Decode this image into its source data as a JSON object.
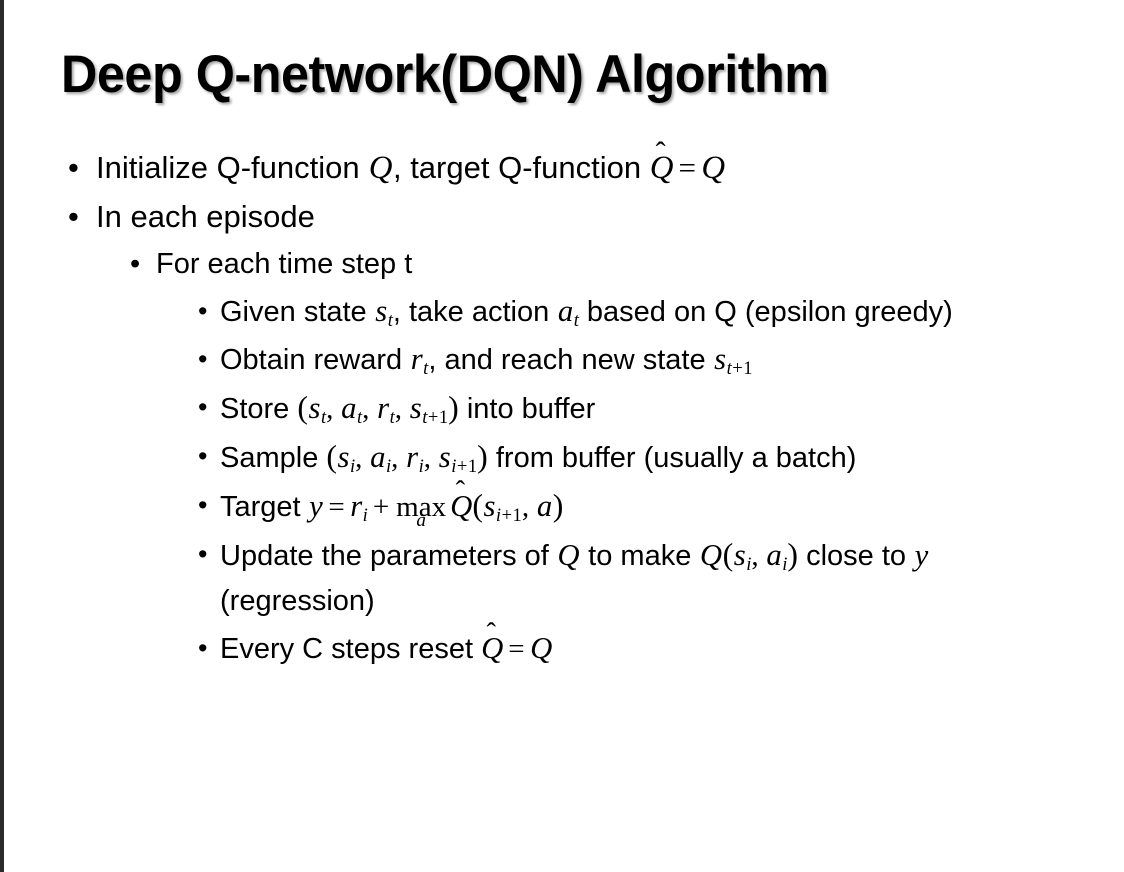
{
  "slide": {
    "title": "Deep Q-network(DQN) Algorithm",
    "background_color": "#ffffff",
    "text_color": "#000000",
    "border_color": "#2b2b2b",
    "bullet_glyph": "•"
  },
  "bullets": {
    "b1": {
      "level": 1,
      "plain": "Initialize Q-function Q, target Q-function Q̂ = Q",
      "seg": {
        "t1": "Initialize Q-function ",
        "m1": "Q",
        "t2": ", target Q-function ",
        "m2": "Q̂",
        "op": "=",
        "m3": "Q"
      }
    },
    "b2": {
      "level": 1,
      "plain": "In each episode",
      "seg": {
        "t1": "In each episode"
      }
    },
    "b3": {
      "level": 2,
      "plain": "For each time step t",
      "seg": {
        "t1": "For each time step t"
      }
    },
    "b4": {
      "level": 3,
      "plain": "Given state sₜ, take action aₜ based on Q (epsilon greedy)",
      "seg": {
        "t1": "Given state ",
        "m1": "s",
        "m1sub": "t",
        "t2": ", take action ",
        "m2": "a",
        "m2sub": "t",
        "t3": " based on Q (epsilon greedy)"
      }
    },
    "b5": {
      "level": 3,
      "plain": "Obtain reward rₜ, and reach new state sₜ₊₁",
      "seg": {
        "t1": "Obtain reward ",
        "m1": "r",
        "m1sub": "t",
        "t2": ", and reach new state ",
        "m2": "s",
        "m2sub_i": "t",
        "m2sub_op": "+",
        "m2sub_n": "1"
      }
    },
    "b6": {
      "level": 3,
      "plain": "Store (sₜ, aₜ, rₜ, sₜ₊₁) into buffer",
      "seg": {
        "t1": "Store ",
        "paren_open": "(",
        "m1": "s",
        "m1sub": "t",
        "c1": ", ",
        "m2": "a",
        "m2sub": "t",
        "c2": ", ",
        "m3": "r",
        "m3sub": "t",
        "c3": ", ",
        "m4": "s",
        "m4sub_i": "t",
        "m4sub_op": "+",
        "m4sub_n": "1",
        "paren_close": ")",
        "t2": " into buffer"
      }
    },
    "b7": {
      "level": 3,
      "plain": "Sample (sᵢ, aᵢ, rᵢ, sᵢ₊₁) from buffer (usually a batch)",
      "seg": {
        "t1": "Sample ",
        "paren_open": "(",
        "m1": "s",
        "m1sub": "i",
        "c1": ", ",
        "m2": "a",
        "m2sub": "i",
        "c2": ", ",
        "m3": "r",
        "m3sub": "i",
        "c3": ", ",
        "m4": "s",
        "m4sub_i": "i",
        "m4sub_op": "+",
        "m4sub_n": "1",
        "paren_close": ")",
        "t2": " from buffer (usually a batch)"
      }
    },
    "b8": {
      "level": 3,
      "plain": "Target y = rᵢ + max_a Q̂(sᵢ₊₁, a)",
      "seg": {
        "t1": "Target ",
        "y": "y",
        "eq": "=",
        "r": "r",
        "rsub": "i",
        "plus": "+",
        "max_body": "max",
        "max_under": "a",
        "qhat": "Q̂",
        "paren_open": "(",
        "s": "s",
        "ssub_i": "i",
        "ssub_op": "+",
        "ssub_n": "1",
        "comma": ", ",
        "a": "a",
        "paren_close": ")"
      }
    },
    "b9": {
      "level": 3,
      "plain": "Update the parameters of Q to make Q(sᵢ, aᵢ) close to y (regression)",
      "seg": {
        "t1": "Update the parameters of ",
        "m1": "Q",
        "t2": " to make ",
        "m2": "Q",
        "paren_open": "(",
        "s": "s",
        "ssub": "i",
        "c1": ", ",
        "a": "a",
        "asub": "i",
        "paren_close": ")",
        "t3": " close to ",
        "y": "y",
        "t4": " (regression)"
      }
    },
    "b10": {
      "level": 3,
      "plain": "Every C steps reset Q̂ = Q",
      "seg": {
        "t1": "Every C steps reset ",
        "qhat": "Q̂",
        "eq": "=",
        "q": "Q"
      }
    }
  }
}
